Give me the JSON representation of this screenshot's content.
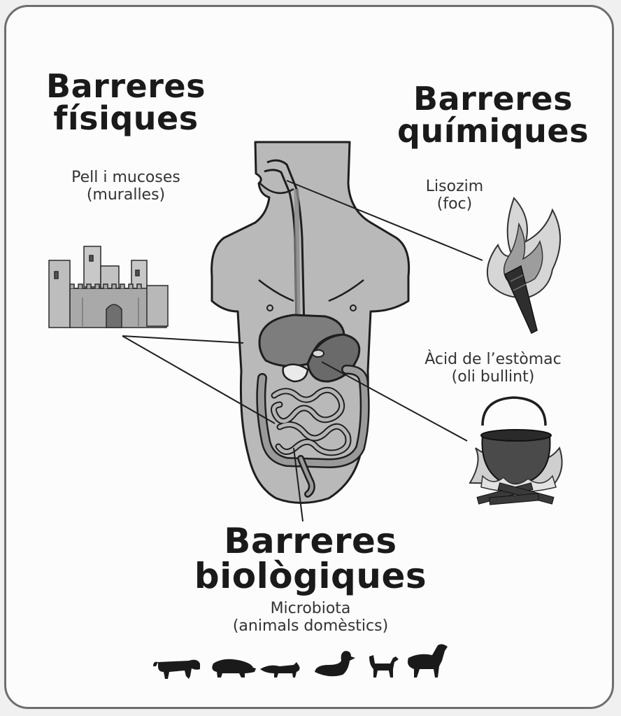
{
  "physical": {
    "title_line1": "Barreres",
    "title_line2": "físiques",
    "label_line1": "Pell i mucoses",
    "label_line2": "(muralles)"
  },
  "chemical": {
    "title_line1": "Barreres",
    "title_line2": "químiques",
    "item1_line1": "Lisozim",
    "item1_line2": "(foc)",
    "item2_line1": "Àcid de l’estòmac",
    "item2_line2": "(oli bullint)"
  },
  "biological": {
    "title_line1": "Barreres",
    "title_line2": "biològiques",
    "label_line1": "Microbiota",
    "label_line2": "(animals domèstics)"
  },
  "icons": [
    "castle-icon",
    "torch-fire-icon",
    "cauldron-fire-icon",
    "cow-icon",
    "pig-icon",
    "cat-icon",
    "duck-icon",
    "dog-icon",
    "horse-icon"
  ]
}
